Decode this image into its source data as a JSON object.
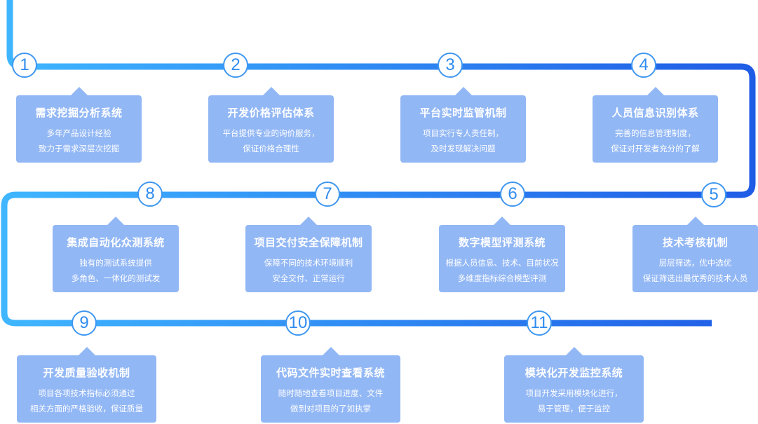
{
  "colors": {
    "track_start": "#3fb6ff",
    "track_end": "#1f5ce6",
    "node_border": "#3f97f0",
    "node_text": "#2f8cef",
    "card_bg": "#92b7f5",
    "card_text": "#ffffff"
  },
  "steps": [
    {
      "num": "1",
      "title": "需求挖掘分析系统",
      "line1": "多年产品设计经验",
      "line2": "致力于需求深层次挖掘"
    },
    {
      "num": "2",
      "title": "开发价格评估体系",
      "line1": "平台提供专业的询价服务，",
      "line2": "保证价格合理性"
    },
    {
      "num": "3",
      "title": "平台实时监管机制",
      "line1": "项目实行专人责任制，",
      "line2": "及时发现解决问题"
    },
    {
      "num": "4",
      "title": "人员信息识别体系",
      "line1": "完善的信息管理制度，",
      "line2": "保证对开发者充分的了解"
    },
    {
      "num": "5",
      "title": "技术考核机制",
      "line1": "层层筛选，优中选优",
      "line2": "保证筛选出最优秀的技术人员"
    },
    {
      "num": "6",
      "title": "数字模型评测系统",
      "line1": "根据人员信息、技术、目前状况",
      "line2": "多维度指标综合模型评测"
    },
    {
      "num": "7",
      "title": "项目交付安全保障机制",
      "line1": "保障不同的技术环境顺利",
      "line2": "安全交付、正常运行"
    },
    {
      "num": "8",
      "title": "集成自动化众测系统",
      "line1": "独有的测试系统提供",
      "line2": "多角色、一体化的测试发"
    },
    {
      "num": "9",
      "title": "开发质量验收机制",
      "line1": "项目各项技术指标必须通过",
      "line2": "相关方面的严格验收，保证质量"
    },
    {
      "num": "10",
      "title": "代码文件实时查看系统",
      "line1": "随时随地查看项目进度、文件",
      "line2": "做到对项目的了如执掌"
    },
    {
      "num": "11",
      "title": "模块化开发监控系统",
      "line1": "项目开发采用模块化进行，",
      "line2": "易于管理，便于监控"
    }
  ]
}
